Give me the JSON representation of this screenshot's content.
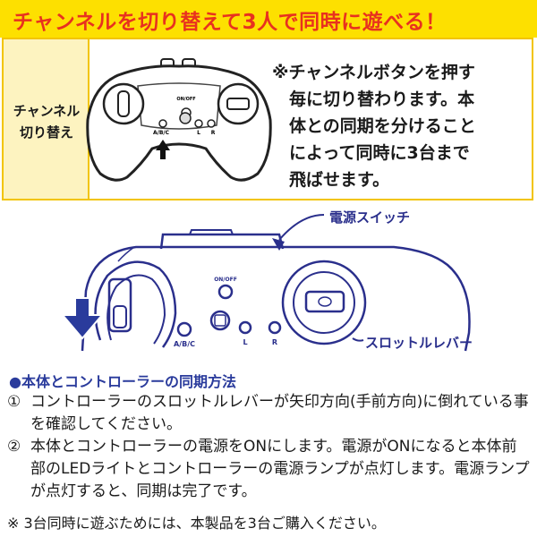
{
  "banner": {
    "title": "チャンネルを切り替えて3人で同時に遊べる！"
  },
  "channel_box": {
    "label": "チャンネル\n切り替え",
    "note": "※チャンネルボタンを押す\n　毎に切り替わります。本\n　体との同期を分けること\n　によって同時に3台まで\n　飛ばせます。",
    "controller_labels": {
      "on_off": "ON/OFF",
      "abc": "A/B/C",
      "l": "L",
      "r": "R"
    }
  },
  "diagram": {
    "power_switch_label": "電源スイッチ",
    "throttle_label": "スロットルレバー",
    "on_off": "ON/OFF",
    "abc": "A/B/C",
    "l": "L",
    "r": "R"
  },
  "sync": {
    "title": "●本体とコントローラーの同期方法",
    "steps": [
      {
        "num": "①",
        "text": "コントローラーのスロットルレバーが矢印方向(手前方向)に倒れている事を確認してください。"
      },
      {
        "num": "②",
        "text": "本体とコントローラーの電源をONにします。電源がONになると本体前部のLEDライトとコントローラーの電源ランプが点灯します。電源ランプが点灯すると、同期は完了です。"
      }
    ]
  },
  "footnote": "※ 3台同時に遊ぶためには、本製品を3台ご購入ください。",
  "colors": {
    "banner_bg": "#fde000",
    "banner_text": "#e8311f",
    "box_border": "#f2c400",
    "diagram_blue": "#2a2f8c",
    "sync_title": "#2a3b9c"
  }
}
